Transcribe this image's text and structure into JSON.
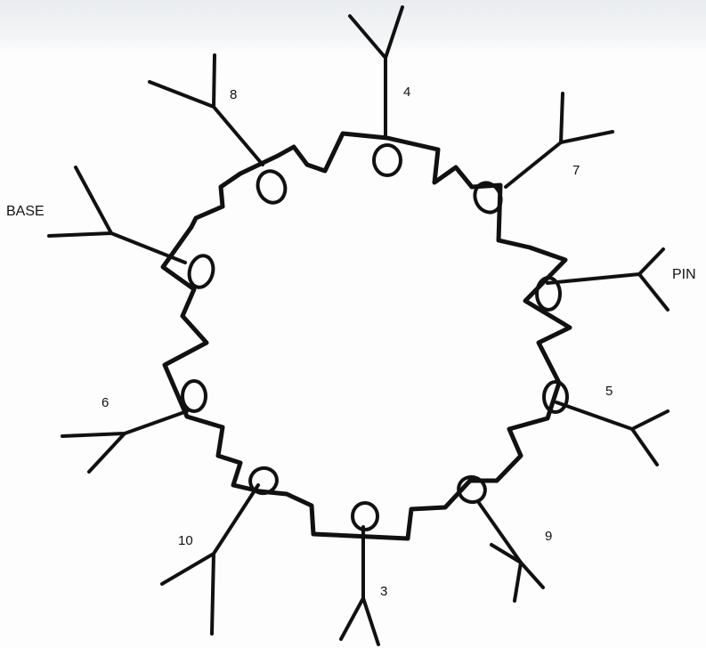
{
  "labels": {
    "top": "4",
    "upper_left": "8",
    "upper_right": "7",
    "left": "BASE",
    "right": "PIN",
    "lower_left": "6",
    "lower_right": "5",
    "bottom_left": "10",
    "bottom_right": "9",
    "bottom": "3"
  },
  "colors": {
    "ink": "#111111",
    "paper": "#fdfdfd"
  }
}
